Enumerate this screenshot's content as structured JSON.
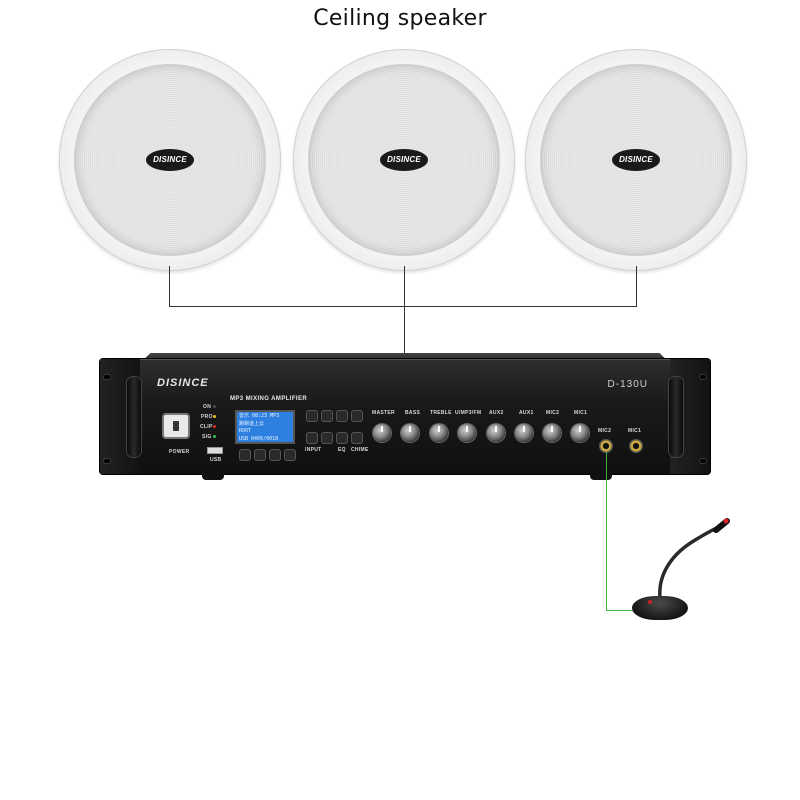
{
  "title": "Ceiling speaker",
  "speakers": [
    {
      "brand": "DISINCE"
    },
    {
      "brand": "DISINCE"
    },
    {
      "brand": "DISINCE"
    }
  ],
  "amplifier": {
    "brand": "DISINCE",
    "model": "D-130U",
    "panel_title": "MP3 MIXING AMPLIFIER",
    "power_label": "POWER",
    "usb_label": "USB",
    "indicators": [
      "ON",
      "PRO",
      "CLIP",
      "SIG"
    ],
    "lcd_lines": [
      "音乐 08:23  MP3",
      "跑跑道上云",
      "ROOT",
      "USB 0406/0018"
    ],
    "buttons": [
      "INPUT",
      "EQ",
      "CHIME"
    ],
    "channels": [
      "MASTER",
      "BASS",
      "TREBLE",
      "U/MP3/FM",
      "AUX2",
      "AUX1",
      "MIC2",
      "MIC1"
    ],
    "jacks": [
      "MIC2",
      "MIC1"
    ]
  },
  "colors": {
    "wire": "#333333",
    "mic_wire": "#3cb43c",
    "lcd": "#2d7fe0"
  }
}
